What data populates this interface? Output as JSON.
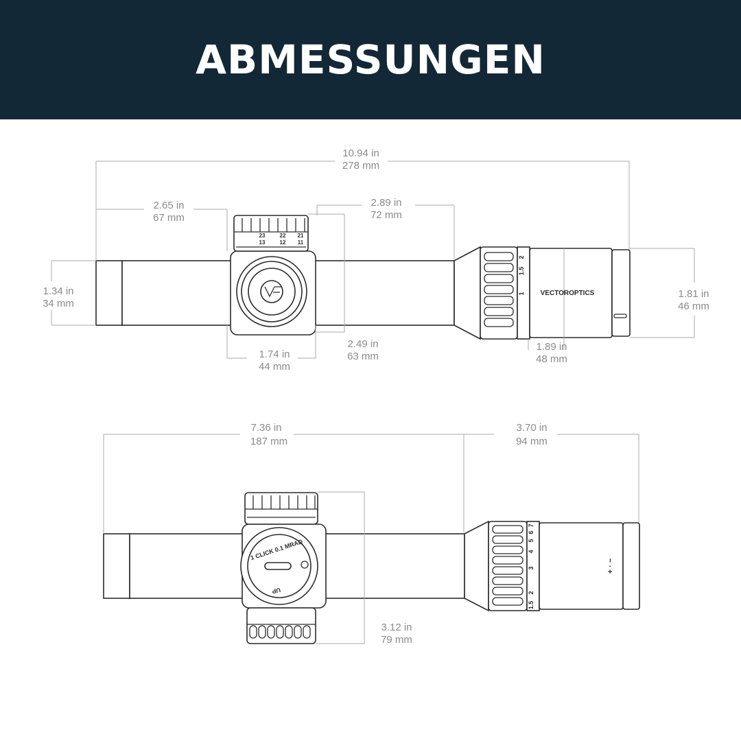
{
  "header": {
    "title": "ABMESSUNGEN"
  },
  "top_view": {
    "dimensions": {
      "total_length": {
        "in": "10.94 in",
        "mm": "278 mm"
      },
      "front_to_turret": {
        "in": "2.65 in",
        "mm": "67 mm"
      },
      "turret_to_eyepiece": {
        "in": "2.89 in",
        "mm": "72 mm"
      },
      "tube_diameter": {
        "in": "1.34 in",
        "mm": "34 mm"
      },
      "turret_width": {
        "in": "1.74 in",
        "mm": "44 mm"
      },
      "turret_height": {
        "in": "2.49 in",
        "mm": "63 mm"
      },
      "power_ring": {
        "in": "1.89 in",
        "mm": "48 mm"
      },
      "eyepiece_diameter": {
        "in": "1.81 in",
        "mm": "46 mm"
      }
    },
    "brand_logo": "VECTOROPTICS",
    "turret_scale_top": [
      "23",
      "22",
      "21"
    ],
    "turret_scale_bottom": [
      "13",
      "12",
      "11"
    ],
    "magnification_marks": [
      "2",
      "1.5",
      "1"
    ]
  },
  "side_view": {
    "dimensions": {
      "front_length": {
        "in": "7.36 in",
        "mm": "187 mm"
      },
      "rear_length": {
        "in": "3.70 in",
        "mm": "94 mm"
      },
      "turret_span": {
        "in": "3.12 in",
        "mm": "79 mm"
      }
    },
    "turret_label": "1 CLICK 0.1 MRAD",
    "turret_direction": "UP",
    "magnification_marks": [
      "1.5",
      "2",
      "3",
      "4",
      "5",
      "6",
      "7"
    ],
    "diopter_mark": "+ · −"
  }
}
